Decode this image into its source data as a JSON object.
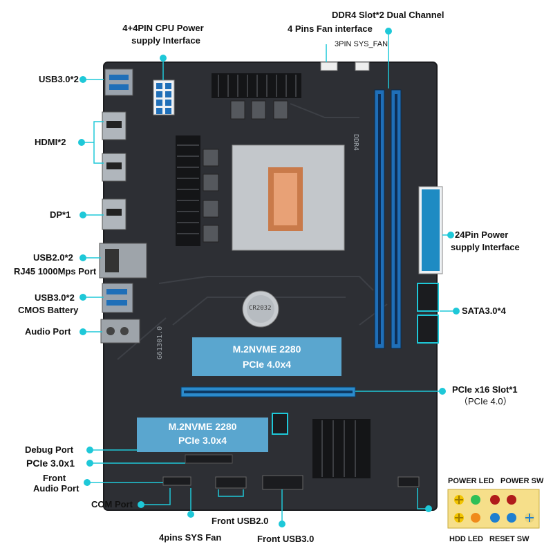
{
  "callouts": {
    "usb30_top": "USB3.0*2",
    "hdmi": "HDMI*2",
    "dp": "DP*1",
    "usb20": "USB2.0*2",
    "rj45": "RJ45 1000Mps Port",
    "usb30_mid": "USB3.0*2",
    "cmos": "CMOS Battery",
    "audio": "Audio Port",
    "cpu_power_l1": "4+4PIN CPU Power",
    "cpu_power_l2": "supply Interface",
    "ddr4": "DDR4 Slot*2 Dual Channel",
    "fan4": "4 Pins Fan interface",
    "sysfan3": "3PIN SYS_FAN",
    "pin24_l1": "24Pin Power",
    "pin24_l2": "supply Interface",
    "sata": "SATA3.0*4",
    "pcie16_l1": "PCIe x16 Slot*1",
    "pcie16_l2": "（PCIe 4.0）",
    "debug": "Debug Port",
    "pcie1": "PCIe 3.0x1",
    "front_audio_l1": "Front",
    "front_audio_l2": "Audio Port",
    "com": "COM Port",
    "sysfan4": "4pins SYS Fan",
    "front_usb2": "Front USB2.0",
    "front_usb3": "Front USB3.0"
  },
  "m2": {
    "upper_l1": "M.2NVME 2280",
    "upper_l2": "PCIe 4.0x4",
    "lower_l1": "M.2NVME 2280",
    "lower_l2": "PCIe 3.0x4"
  },
  "panel": {
    "power_led": "POWER LED",
    "power_sw": "POWER SW",
    "hdd_led": "HDD LED",
    "reset_sw": "RESET SW"
  },
  "silkscreen": {
    "board_model": "G61301.0",
    "battery": "CR2032",
    "ddr_label": "DDR4"
  },
  "colors": {
    "accent": "#1ec8d8",
    "board": "#2b2d31",
    "slot_blue": "#1f6fb8",
    "m2_fill": "#5fb4e0"
  }
}
